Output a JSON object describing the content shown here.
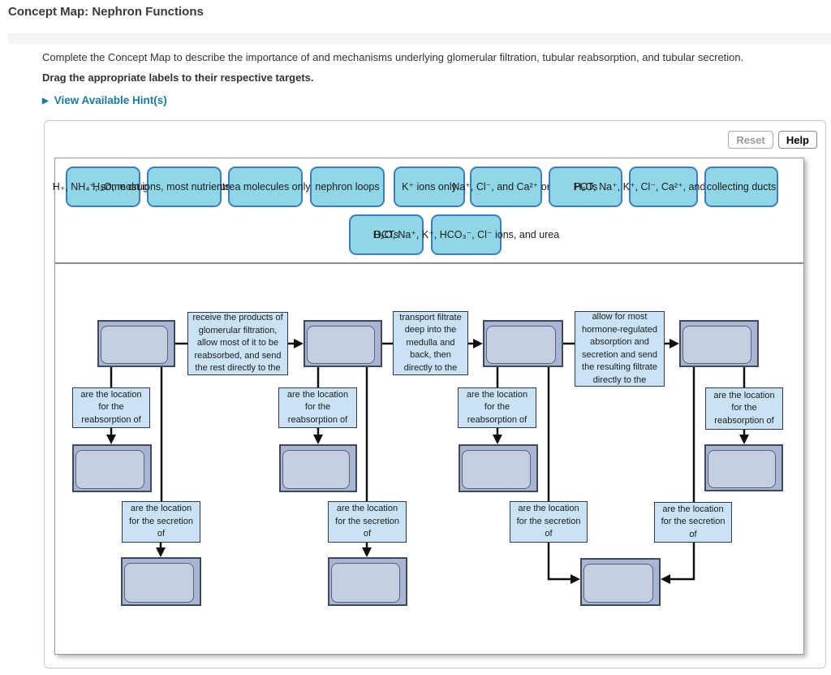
{
  "header": {
    "title": "Concept Map: Nephron Functions"
  },
  "intro": {
    "instructions": "Complete the Concept Map to describe the importance of and mechanisms underlying glomerular filtration, tubular reabsorption, and tubular secretion.",
    "drag_instruction": "Drag the appropriate labels to their respective targets.",
    "hint": {
      "icon": "▶",
      "label": "View Available Hint(s)"
    }
  },
  "toolbar": {
    "reset_label": "Reset",
    "help_label": "Help"
  },
  "label_bank": {
    "labels": [
      {
        "text": "H₊, NH₄⁺, some drugs"
      },
      {
        "text": "H₂O, most ions, most nutrients, and urea"
      },
      {
        "text": "urea molecules only"
      },
      {
        "text": "nephron loops"
      },
      {
        "text": "K⁺ ions only"
      },
      {
        "text": "Na⁺, Cl⁻, and Ca²⁺ only"
      },
      {
        "text": "PCTs"
      },
      {
        "text": "H₂O, Na⁺, K⁺, Cl⁻, Ca²⁺, and Mg²⁺ ions"
      },
      {
        "text": "collecting ducts"
      },
      {
        "text": "DCTs"
      },
      {
        "text": "H₂O, Na⁺, K⁺, HCO₃⁻, Cl⁻ ions, and urea"
      }
    ]
  },
  "map": {
    "process_boxes": [
      {
        "text": "receive the products of glomerular filtration, allow most of it to be reabsorbed, and send the rest directly to the"
      },
      {
        "text": "transport filtrate deep into the medulla and back, then directly to the"
      },
      {
        "text": "allow for most hormone-regulated absorption and secretion and send the resulting filtrate directly to the"
      }
    ],
    "reabsorption_text": "are the location for the reabsorption of",
    "secretion_text": "are the location for the secretion of"
  },
  "colors": {
    "chip_fill": "#8fd6e6",
    "chip_border": "#3b7dc2",
    "target_fill": "#a8b6d3",
    "target_inner_fill": "#c5cee3",
    "process_box_fill": "#c9e3f5",
    "hint_link": "#1a7ba0",
    "arrow": "#111111"
  }
}
